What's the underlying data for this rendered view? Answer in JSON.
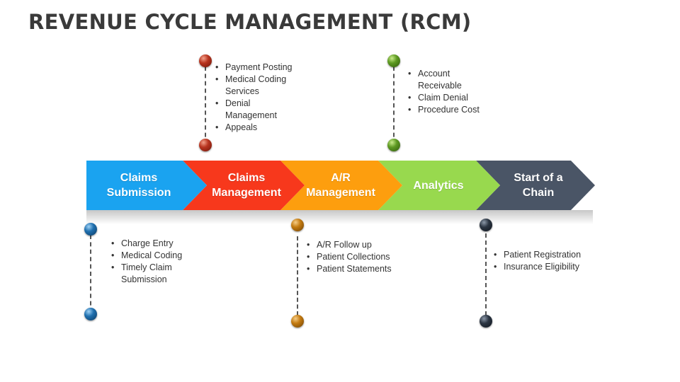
{
  "title": "REVENUE CYCLE MANAGEMENT (RCM)",
  "stages": [
    {
      "label_line1": "Claims",
      "label_line2": "Submission",
      "color": "#1aa3f0"
    },
    {
      "label_line1": "Claims",
      "label_line2": "Management",
      "color": "#f7381c"
    },
    {
      "label_line1": "A/R",
      "label_line2": "Management",
      "color": "#fd9e0e"
    },
    {
      "label_line1": "Analytics",
      "label_line2": "",
      "color": "#98d94e"
    },
    {
      "label_line1": "Start of a",
      "label_line2": "Chain",
      "color": "#4a5566"
    }
  ],
  "callouts": {
    "claims_submission": {
      "bead_icon": "blue-bead-icon",
      "items": [
        "Charge Entry",
        "Medical Coding",
        "Timely Claim Submission"
      ]
    },
    "claims_management": {
      "bead_icon": "red-bead-icon",
      "items": [
        "Payment Posting",
        "Medical Coding Services",
        "Denial Management",
        "Appeals"
      ]
    },
    "ar_management": {
      "bead_icon": "orange-bead-icon",
      "items": [
        "A/R Follow up",
        "Patient Collections",
        "Patient Statements"
      ]
    },
    "analytics": {
      "bead_icon": "green-bead-icon",
      "items": [
        "Account Receivable",
        "Claim Denial",
        "Procedure Cost"
      ]
    },
    "start_of_chain": {
      "bead_icon": "dark-bead-icon",
      "items": [
        "Patient Registration",
        "Insurance Eligibility"
      ]
    }
  }
}
